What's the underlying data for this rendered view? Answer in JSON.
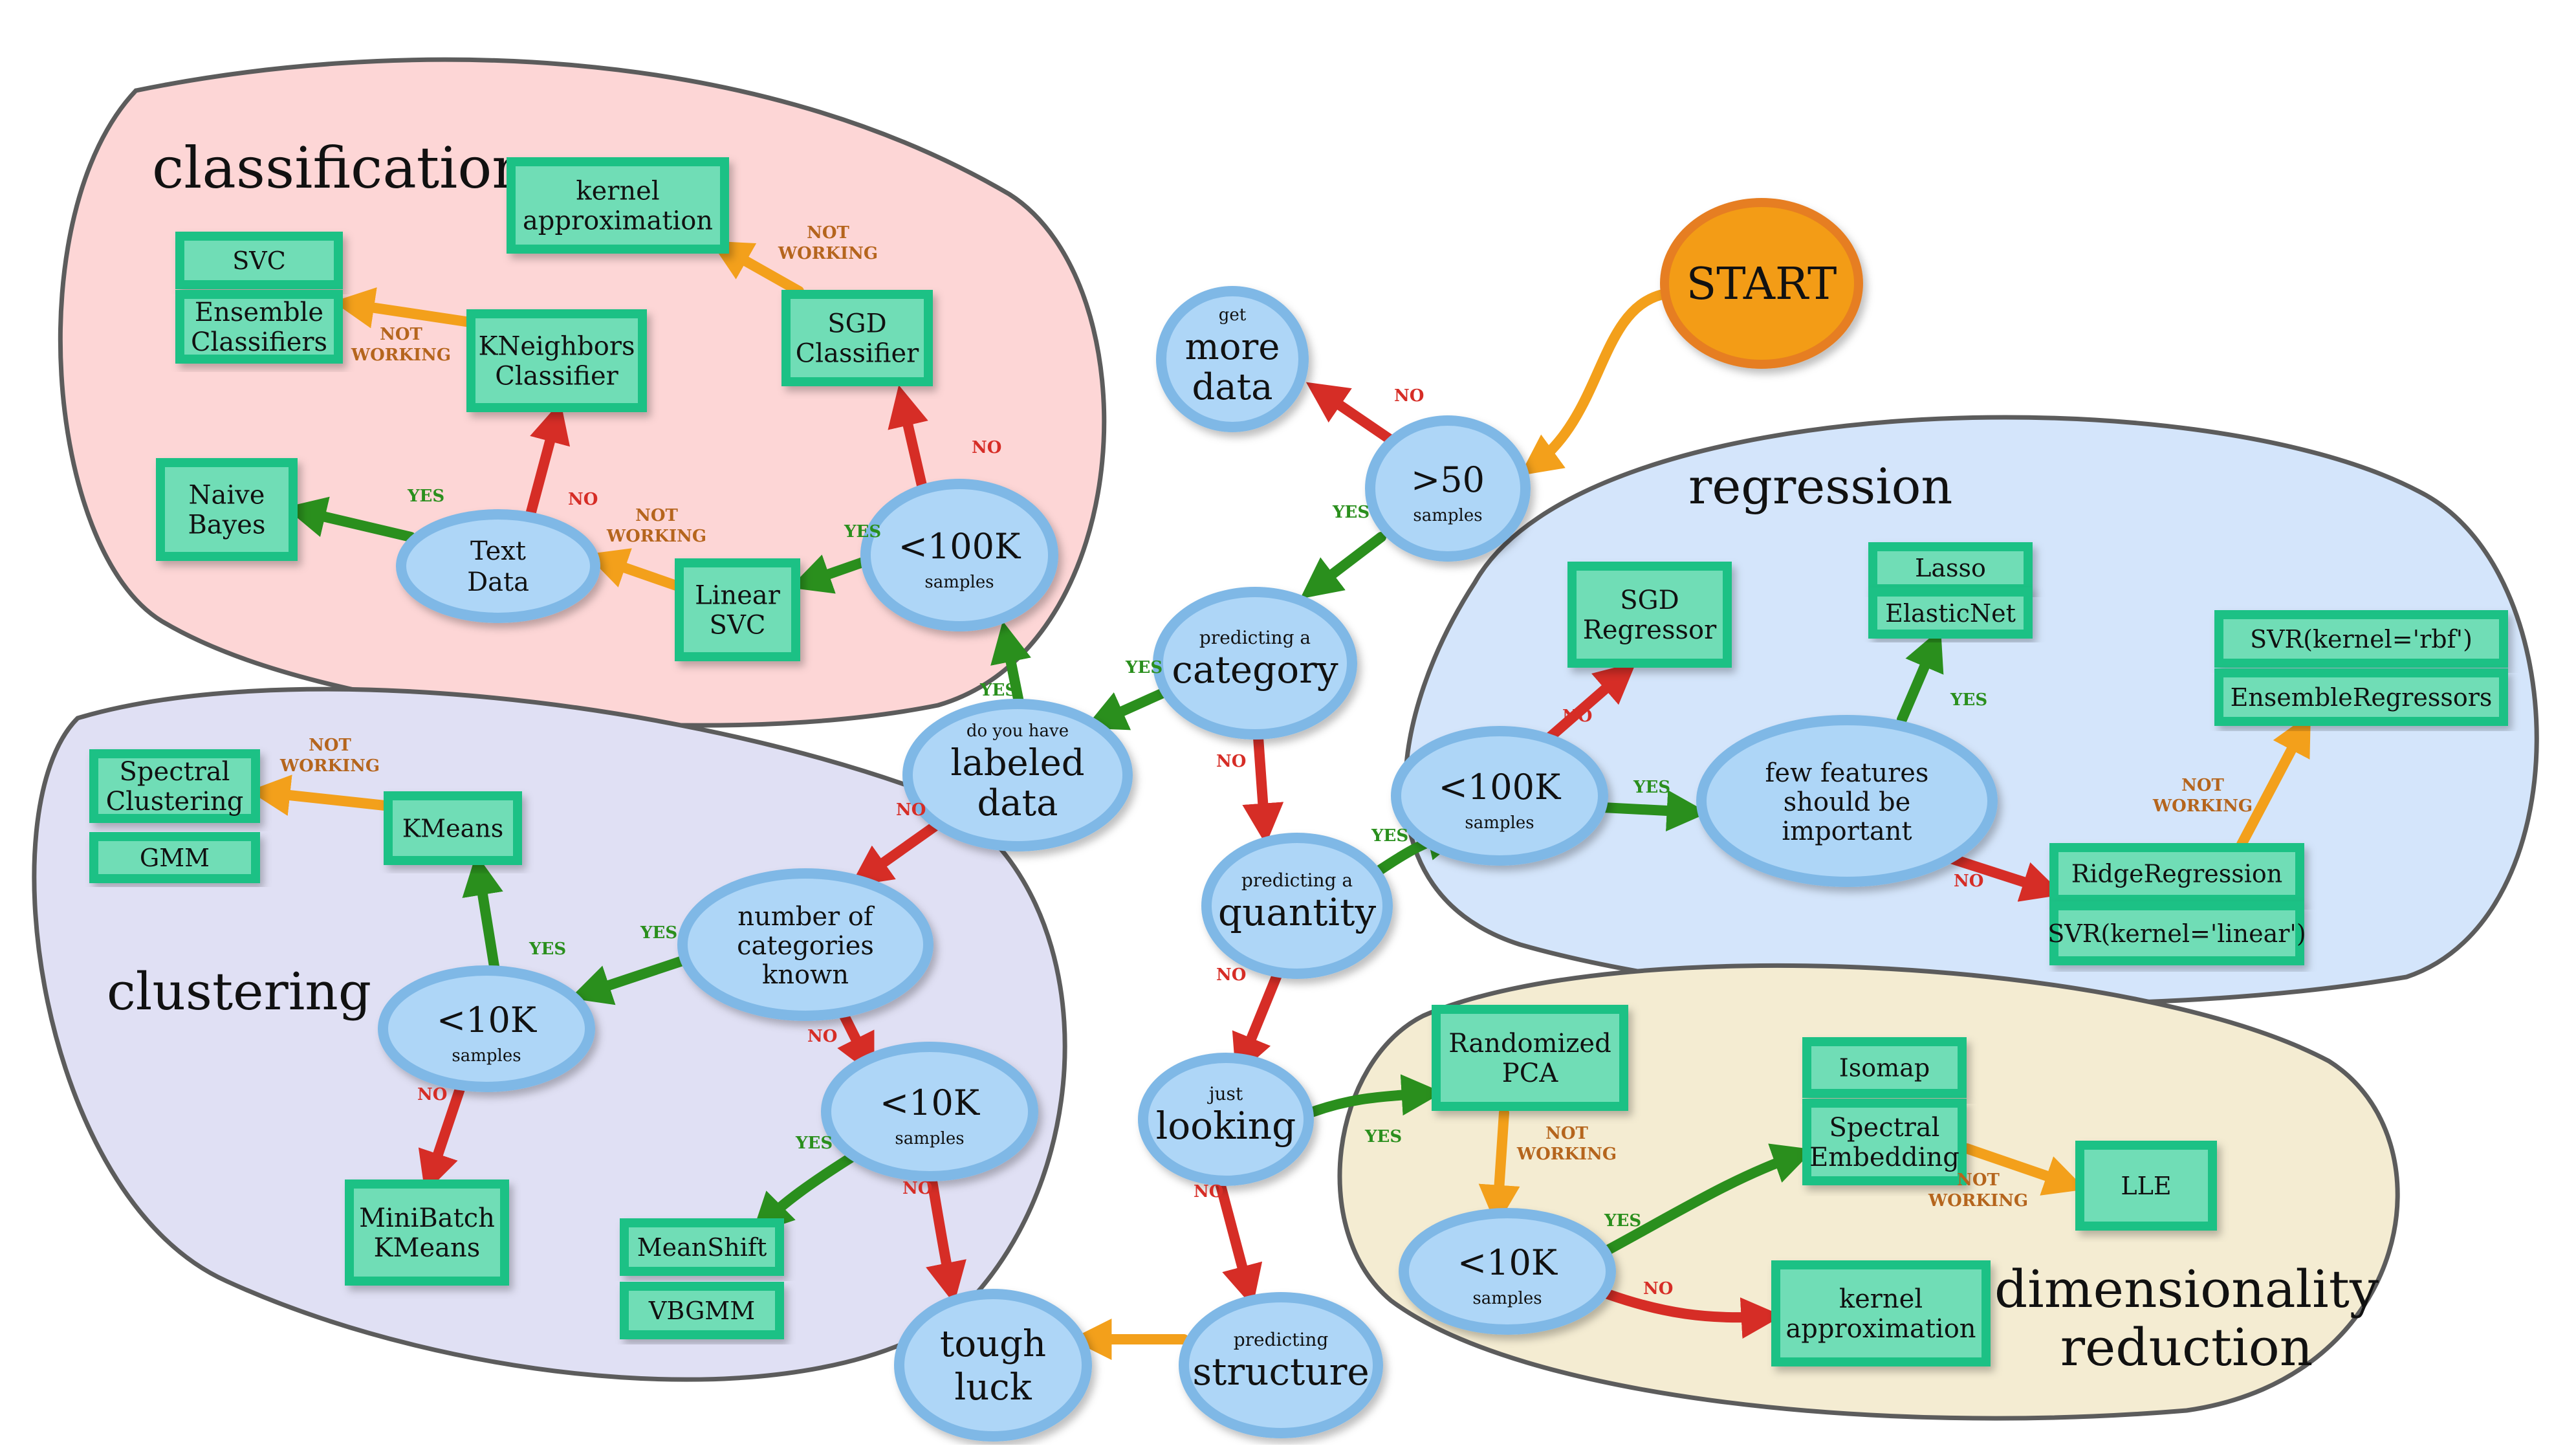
{
  "colors": {
    "yes": "#2a8f1d",
    "no": "#d62d26",
    "not_working": "#f3a01b",
    "start": "#f39c12",
    "node_fill": "#aed6f7",
    "node_stroke": "#7fb8e6",
    "box_fill": "#70ddb6",
    "box_stroke": "#1ec185",
    "classification": "#fdd6d6",
    "clustering": "#e0e0f4",
    "regression": "#d4e5fb",
    "dimensionality": "#f4ecd2"
  },
  "regions": {
    "classification": "classification",
    "clustering": "clustering",
    "regression": "regression",
    "dimensionality_1": "dimensionality",
    "dimensionality_2": "reduction"
  },
  "start": "START",
  "decisions": {
    "get_more_data": {
      "small": "get",
      "line1": "more",
      "line2": "data"
    },
    "gt50": {
      "main": ">50",
      "sub": "samples"
    },
    "predicting_category": {
      "small": "predicting a",
      "main": "category"
    },
    "labeled_data": {
      "small": "do you have",
      "line1": "labeled",
      "line2": "data"
    },
    "predicting_quantity": {
      "small": "predicting a",
      "main": "quantity"
    },
    "just_looking": {
      "small": "just",
      "main": "looking"
    },
    "predicting_structure": {
      "small": "predicting",
      "main": "structure"
    },
    "tough_luck": {
      "line1": "tough",
      "line2": "luck"
    },
    "class_100k": {
      "main": "<100K",
      "sub": "samples"
    },
    "text_data": {
      "line1": "Text",
      "line2": "Data"
    },
    "clust_num_cats": {
      "line1": "number of",
      "line2": "categories",
      "line3": "known"
    },
    "clust_10k_a": {
      "main": "<10K",
      "sub": "samples"
    },
    "clust_10k_b": {
      "main": "<10K",
      "sub": "samples"
    },
    "reg_100k": {
      "main": "<100K",
      "sub": "samples"
    },
    "few_features": {
      "line1": "few features",
      "line2": "should be",
      "line3": "important"
    },
    "dim_10k": {
      "main": "<10K",
      "sub": "samples"
    }
  },
  "estimators": {
    "kernel_approx_class": [
      "kernel",
      "approximation"
    ],
    "svc": [
      "SVC"
    ],
    "ensemble_classifiers": [
      "Ensemble",
      "Classifiers"
    ],
    "kneighbors": [
      "KNeighbors",
      "Classifier"
    ],
    "sgd_classifier": [
      "SGD",
      "Classifier"
    ],
    "naive_bayes": [
      "Naive",
      "Bayes"
    ],
    "linear_svc": [
      "Linear",
      "SVC"
    ],
    "spectral_clustering": [
      "Spectral",
      "Clustering"
    ],
    "gmm": [
      "GMM"
    ],
    "kmeans": [
      "KMeans"
    ],
    "minibatch_kmeans": [
      "MiniBatch",
      "KMeans"
    ],
    "meanshift": [
      "MeanShift"
    ],
    "vbgmm": [
      "VBGMM"
    ],
    "sgd_regressor": [
      "SGD",
      "Regressor"
    ],
    "lasso": [
      "Lasso"
    ],
    "elasticnet": [
      "ElasticNet"
    ],
    "svr_rbf": [
      "SVR(kernel='rbf')"
    ],
    "ensemble_regressors": [
      "EnsembleRegressors"
    ],
    "ridge": [
      "RidgeRegression"
    ],
    "svr_linear": [
      "SVR(kernel='linear')"
    ],
    "randomized_pca": [
      "Randomized",
      "PCA"
    ],
    "isomap": [
      "Isomap"
    ],
    "spectral_embedding": [
      "Spectral",
      "Embedding"
    ],
    "lle": [
      "LLE"
    ],
    "kernel_approx_dim": [
      "kernel",
      "approximation"
    ]
  },
  "edge_labels": {
    "yes": "YES",
    "no": "NO",
    "not": "NOT",
    "working": "WORKING"
  }
}
